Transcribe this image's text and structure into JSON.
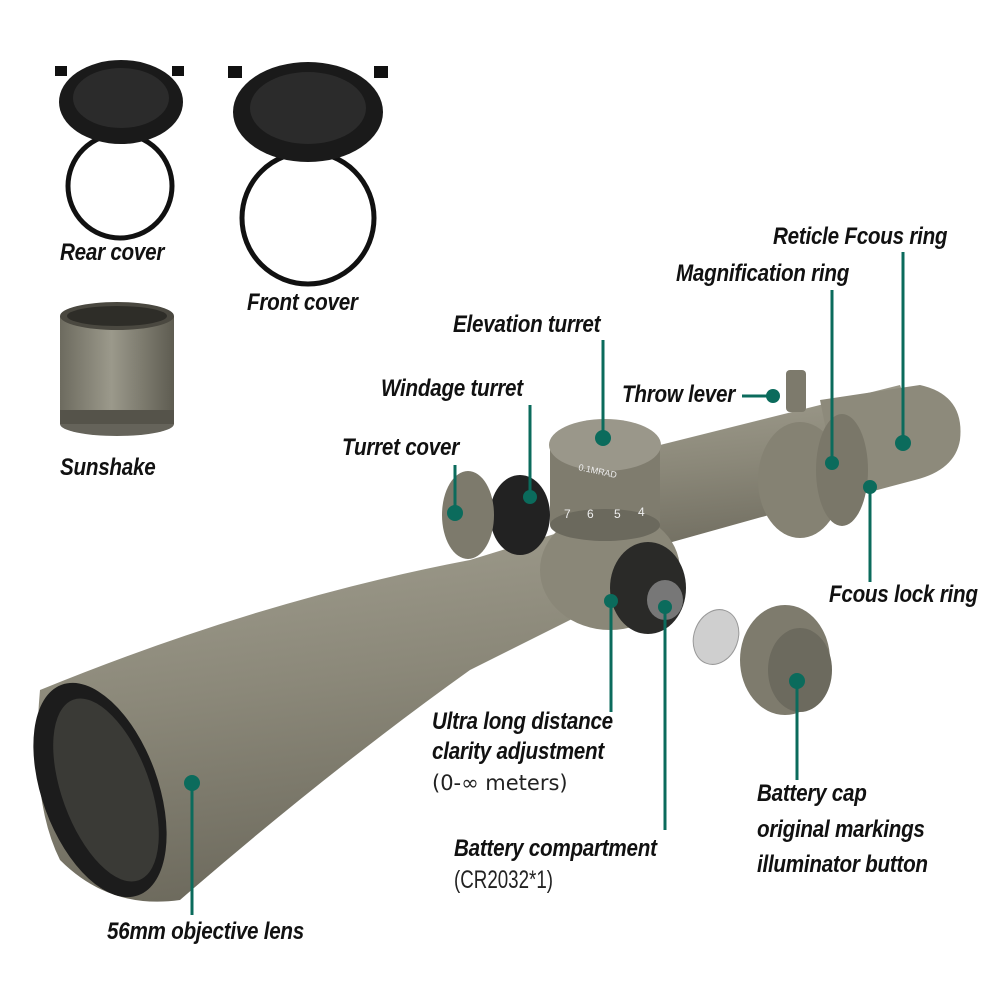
{
  "accent_color": "#0b6b5c",
  "labels": {
    "rear_cover": "Rear cover",
    "front_cover": "Front cover",
    "sunshade": "Sunshake",
    "elevation_turret": "Elevation turret",
    "windage_turret": "Windage turret",
    "turret_cover": "Turret cover",
    "throw_lever": "Throw lever",
    "magnification_ring": "Magnification ring",
    "reticle_focus_ring": "Reticle Fcous ring",
    "focus_lock_ring": "Fcous lock ring",
    "clarity_line1": "Ultra long distance",
    "clarity_line2": "clarity adjustment",
    "clarity_range": "(0-∞ meters)",
    "battery_compartment": "Battery compartment",
    "battery_type": "(CR2032*1)",
    "battery_cap_line1": "Battery cap",
    "battery_cap_line2": "original markings",
    "battery_cap_line3": "illuminator button",
    "objective_lens": "56mm objective lens"
  },
  "turret_markings": {
    "unit": "0.1MRAD",
    "numbers": [
      "7",
      "6",
      "5",
      "4"
    ]
  }
}
